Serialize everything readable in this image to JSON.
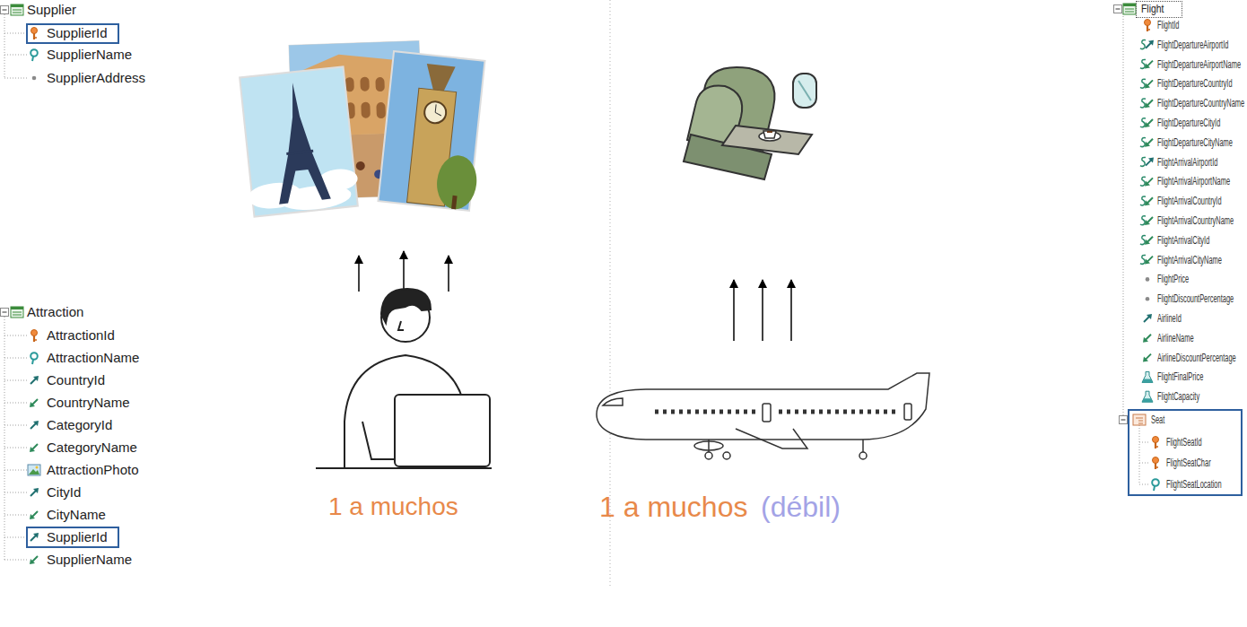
{
  "diagram": {
    "nodes": [
      {
        "text": [
          "SupplierId"
        ]
      },
      {
        "text": [
          "Flight"
        ]
      },
      {
        "text": [
          "SupplierId"
        ]
      },
      {
        "text": [
          "Seat",
          "FlightSeatId",
          "FlightSeatChar",
          "FlightSeatLocation"
        ]
      }
    ],
    "labels": [
      "Supplier",
      "SupplierName",
      "SupplierAddress",
      "FlightId",
      "FlightDepartureAirportId",
      "FlightDepartureAirportName",
      "FlightDepartureCountryId",
      "FlightDepartureCountryName",
      "FlightDepartureCityId",
      "FlightDepartureCityName",
      "FlightArrivalAirportId",
      "FlightArrivalAirportName",
      "FlightArrivalCountryId",
      "FlightArrivalCountryName",
      "FlightArrivalCityId",
      "FlightArrivalCityName",
      "FlightPrice",
      "FlightDiscountPercentage",
      "AirlineId",
      "AirlineName",
      "AirlineDiscountPercentage",
      "FlightFinalPrice",
      "FlightCapacity",
      "Attraction",
      "AttractionId",
      "AttractionName",
      "CountryId",
      "CountryName",
      "CategoryId",
      "CategoryName",
      "AttractionPhoto",
      "CityId",
      "CityName",
      "SupplierName",
      "1 a muchos",
      "1 a muchos",
      "(débil)"
    ]
  }
}
